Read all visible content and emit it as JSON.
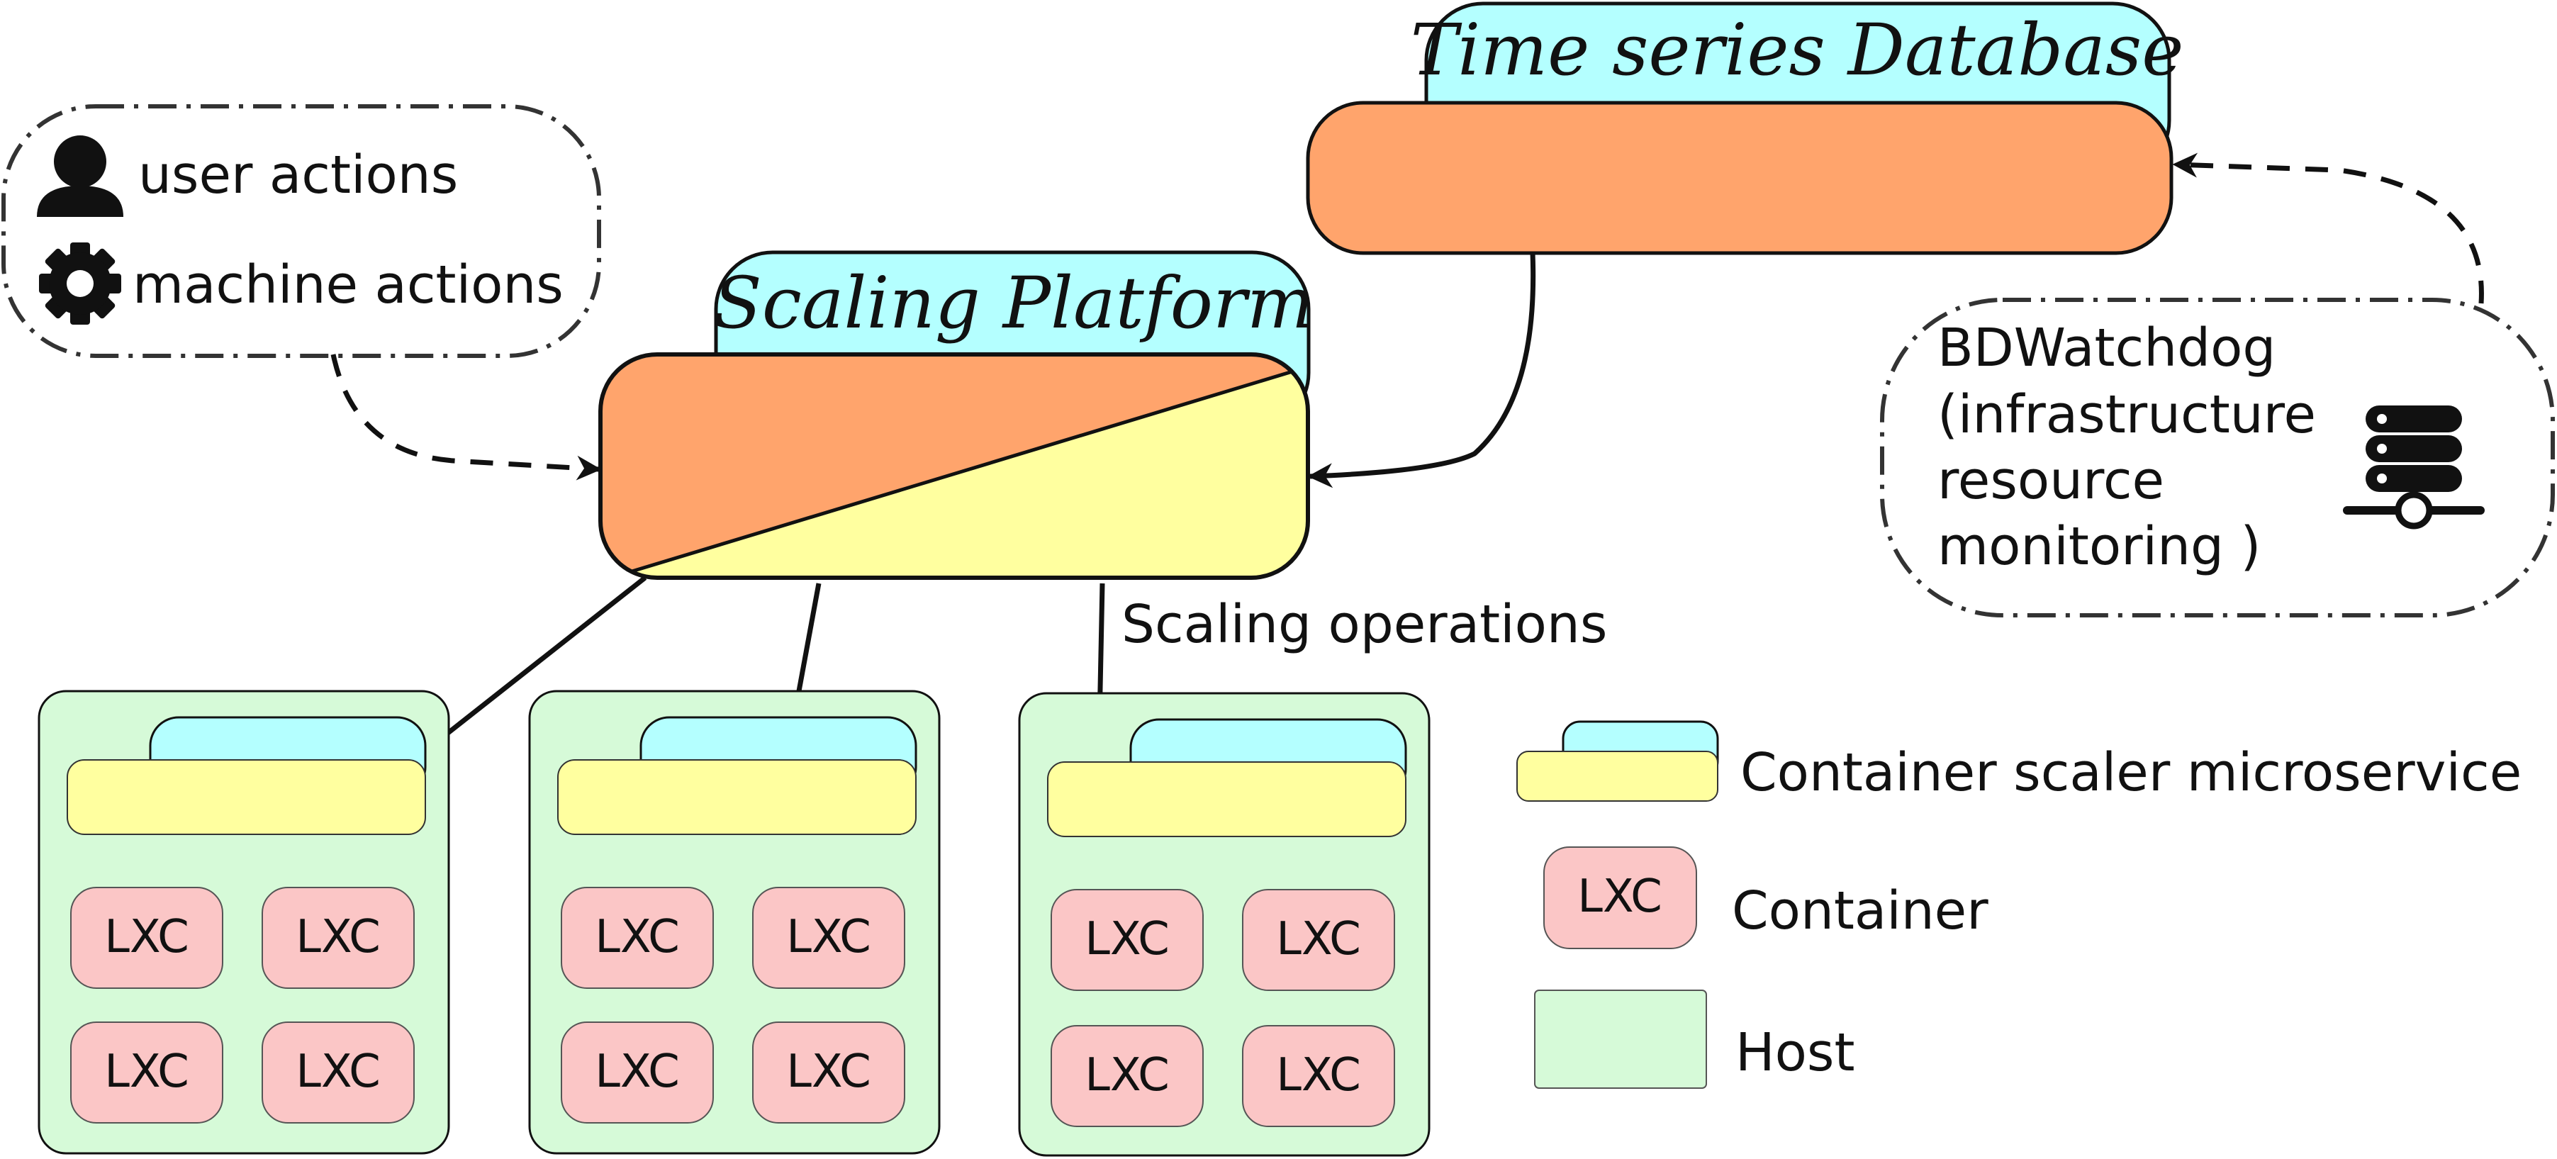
{
  "actors": {
    "user_label": "user actions",
    "machine_label": "machine actions"
  },
  "scaling_platform": {
    "title": "Scaling Platform"
  },
  "database": {
    "title": "Time series Database"
  },
  "watchdog": {
    "lines": [
      "BDWatchdog",
      "(infrastructure",
      "resource",
      "monitoring )"
    ]
  },
  "arrows": {
    "scaling_label": "Scaling operations"
  },
  "hosts": [
    {
      "containers": [
        "LXC",
        "LXC",
        "LXC",
        "LXC"
      ]
    },
    {
      "containers": [
        "LXC",
        "LXC",
        "LXC",
        "LXC"
      ]
    },
    {
      "containers": [
        "LXC",
        "LXC",
        "LXC",
        "LXC"
      ]
    }
  ],
  "legend": {
    "scaler_label": "Container scaler microservice",
    "container_badge": "LXC",
    "container_label": "Container",
    "host_label": "Host"
  },
  "colors": {
    "cyan": "#b4ffff",
    "orange": "#ffa46c",
    "yellow": "#ffff9f",
    "pink": "#fbc6c6",
    "green": "#d6fad8"
  }
}
